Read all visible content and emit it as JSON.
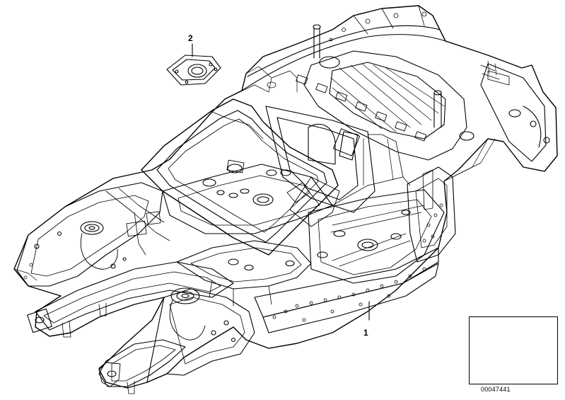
{
  "diagram": {
    "callouts": [
      {
        "id": "2",
        "label": "2"
      },
      {
        "id": "1",
        "label": "1"
      }
    ],
    "document_number": "00047441",
    "colors": {
      "line": "#000000",
      "background": "#ffffff"
    },
    "icons": {
      "thumbnail": "car-silhouette-icon"
    }
  }
}
